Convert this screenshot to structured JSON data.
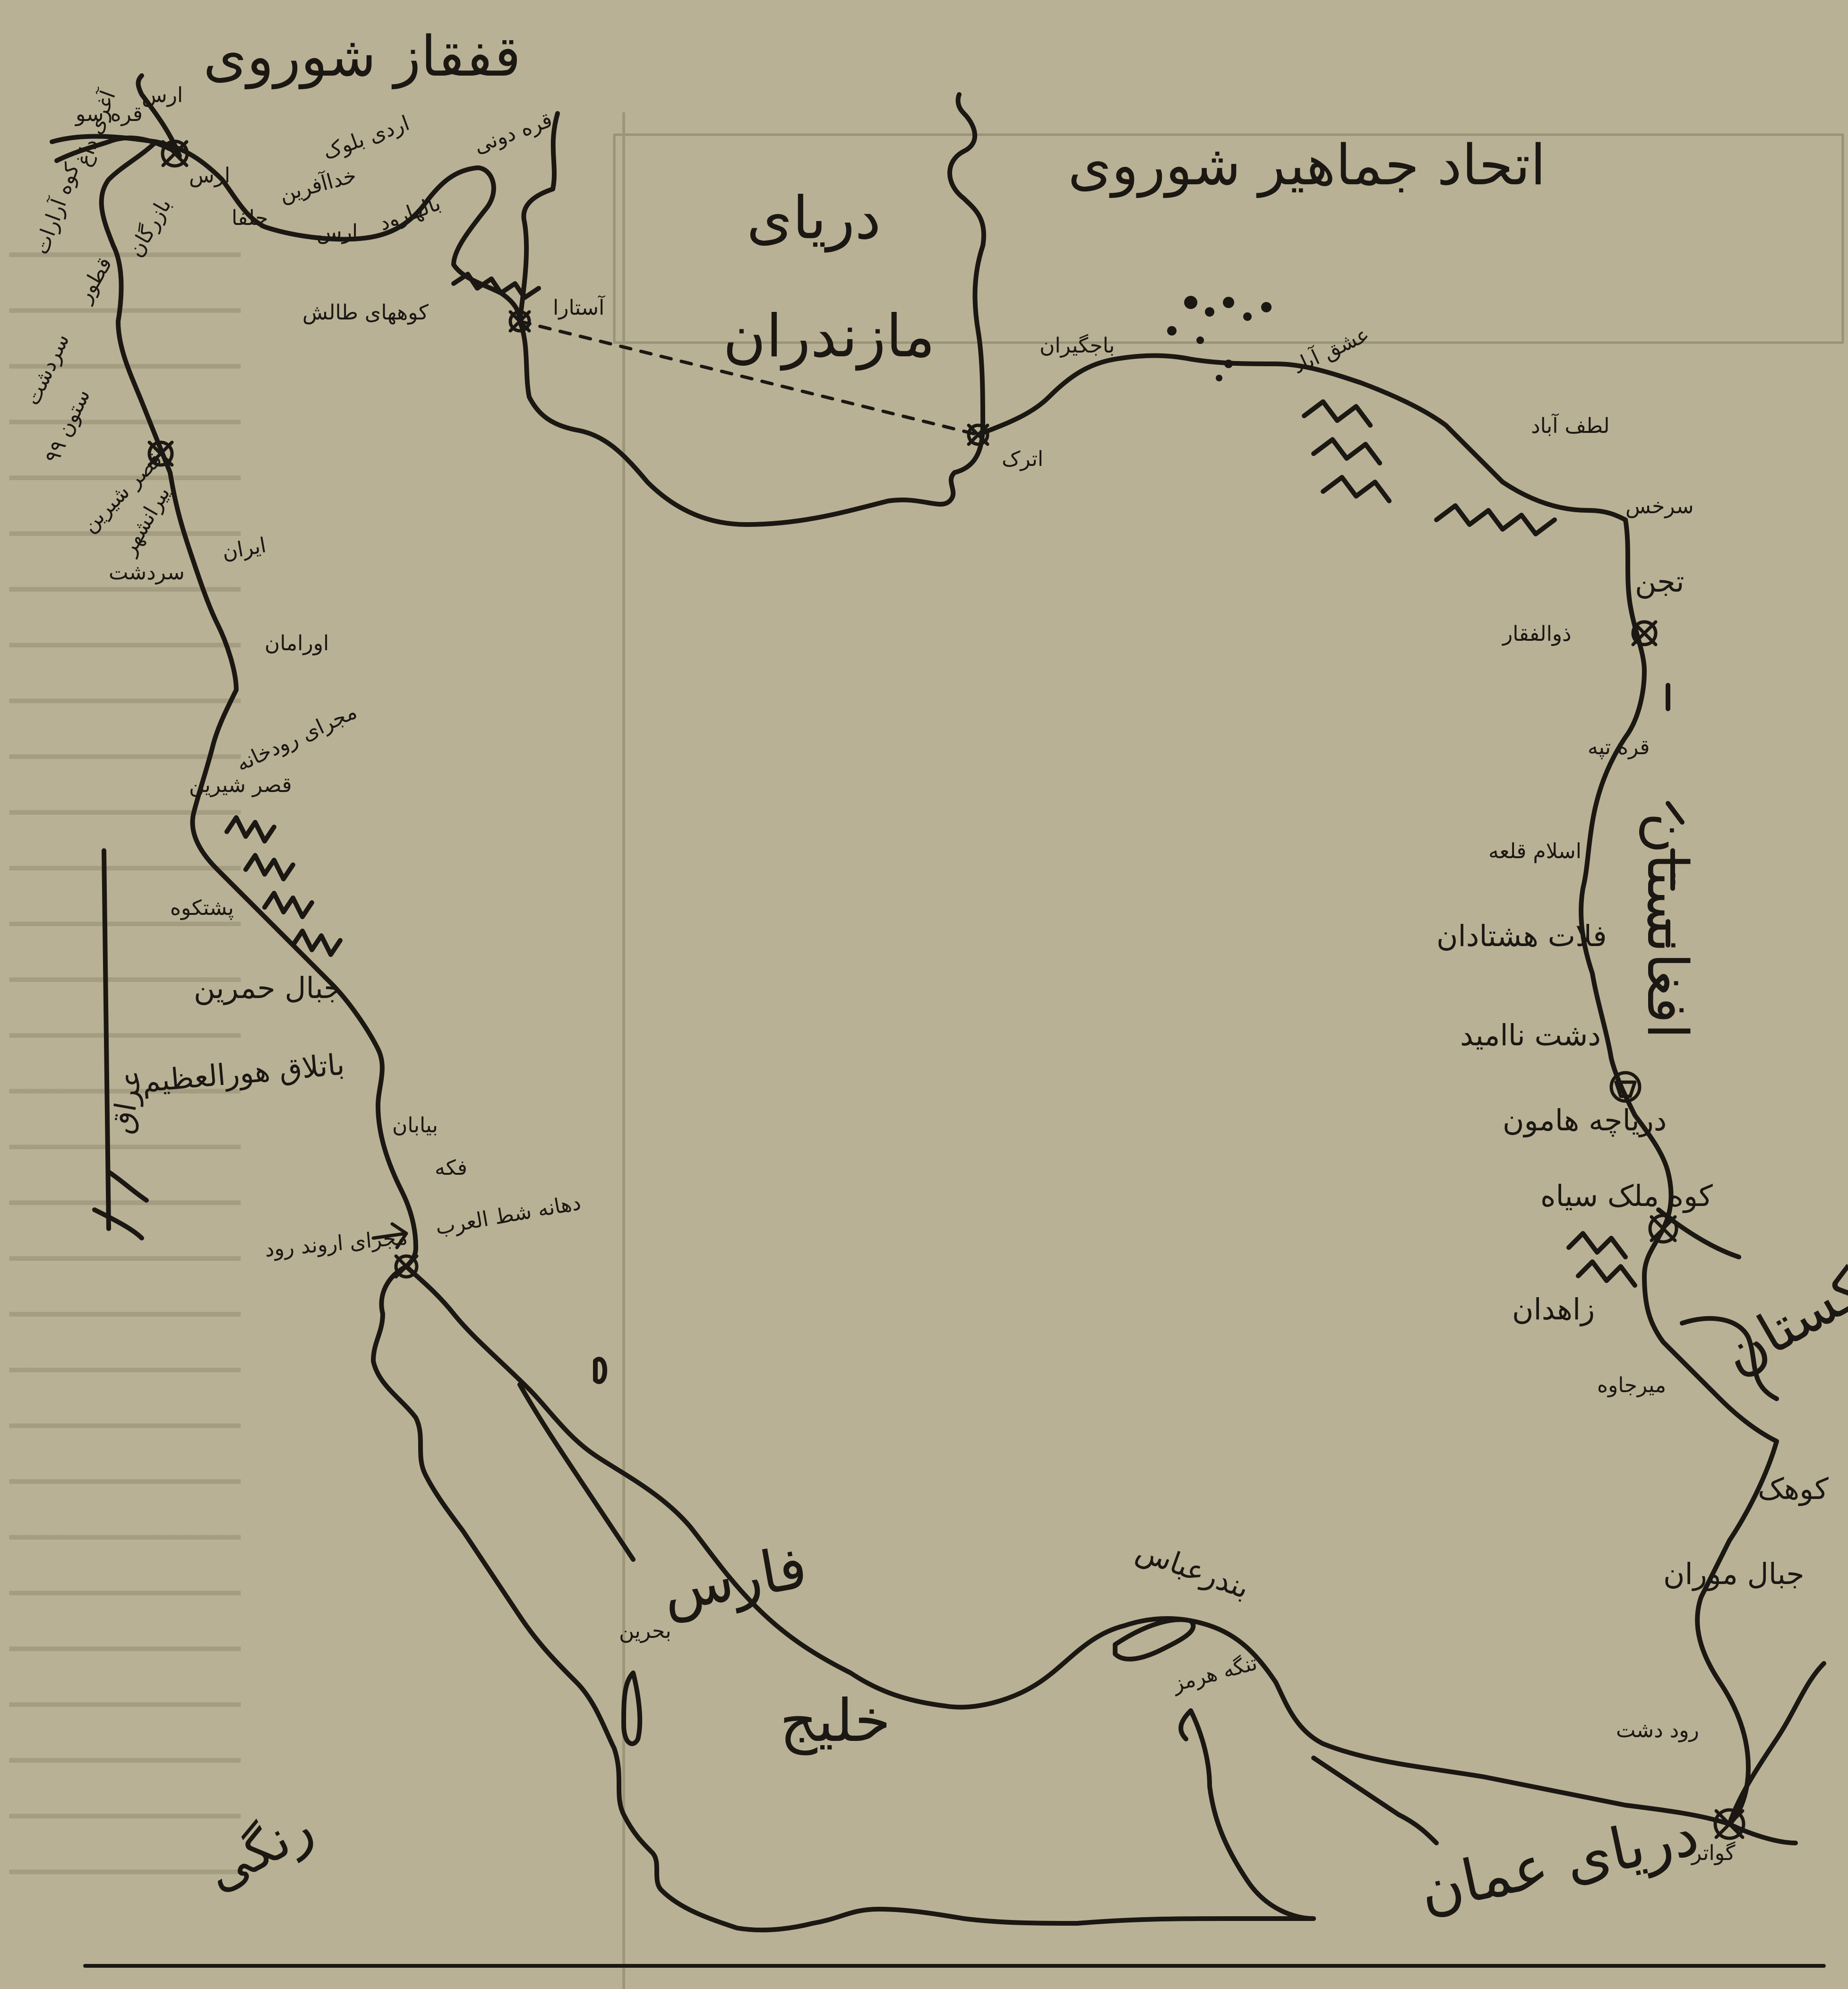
{
  "colors": {
    "paper": "#b9b195",
    "ink": "#1b1712",
    "bleed": "#8f876c"
  },
  "neighbors": {
    "soviet_caucasus": "قفقاز شوروی",
    "soviet_union": "اتحاد جماهیر شوروی"
  },
  "seas": {
    "caspian_line1": "دریای",
    "caspian_line2": "مازندران",
    "persian_gulf_1": "خلیج",
    "persian_gulf_2": "فارس",
    "oman_sea": "دریای عمان"
  },
  "north_border": {
    "aras": "ارس",
    "qareh_su": "قره سو",
    "aras_2": "ارس",
    "qareh_dashti": "قره دونی",
    "ardi_bolaq": "اردی بلوک",
    "khodaafarin": "خداآفرین",
    "julfa": "جلفا",
    "aras_3": "ارس",
    "balharud": "بالهارود",
    "talesh_mountains": "کوههای طالش",
    "astara": "آستارا",
    "atrak": "اترک",
    "sarakhs_road": "باجگیران",
    "eshqabad": "عشق آباد",
    "lotfabad": "لطف آباد",
    "sarakhs": "سرخس"
  },
  "west_border": {
    "aghri_dagh": "آغری داغ",
    "kuh_ararat": "کوه آرارات",
    "bazargan": "بازرگان",
    "qotur": "قطور",
    "sardasht": "سردشت",
    "ravansar": "ستون ۹۹",
    "ghasr_shirin": "قصر شیرین",
    "piranshahr": "پیرانشهر",
    "iran": "ایران",
    "sardasht_2": "سردشت",
    "oraman": "اورامان",
    "javanrud": "مجرای رودخانه",
    "ghasr_shirin_2": "قصر شیرین",
    "poshtkuh": "پشتکوه",
    "jebal_hamrin": "جبال حمرین",
    "hur_al_azim": "باتلاق هورالعظیم",
    "biaban": "بیابان",
    "fakkeh": "فکه",
    "arvand_label_1": "دهانه شط العرب",
    "arvand_label_2": "مجرای اروند رود",
    "iraq": "عراق"
  },
  "east_border": {
    "jam": "تجن",
    "zolfaghar": "ذوالفقار",
    "torbat": "قره تپه",
    "afghanistan": "افغانستان",
    "eslam_qala": "اسلام قلعه",
    "hashtadan": "فلات هشتادان",
    "dasht_naomid": "دشت ناامید",
    "hamun": "دریاچه هامون",
    "kuh_malek_siah": "کوه ملک سیاه",
    "zahedan": "زاهدان",
    "mirjaveh": "میرجاوه",
    "kuhak": "کوهک",
    "jebal_moran": "جبال موران",
    "pakistan": "پاکستان",
    "rud_dasht": "رود دشت",
    "gwater": "گواتر"
  },
  "south": {
    "bandar_abbas": "بندرعباس",
    "hormuz_strait": "تنگه هرمز",
    "bahrain": "بحرین"
  },
  "signature": "رنگی"
}
